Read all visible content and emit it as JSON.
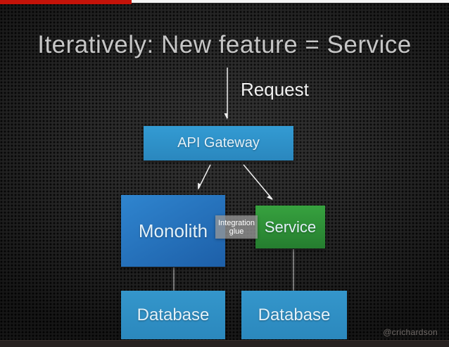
{
  "slide": {
    "title": "Iteratively: New feature = Service",
    "credit_handle": "@crichardson"
  },
  "video_player": {
    "progress_color": "#c41309",
    "track_color": "#f4f4f4",
    "progress_fraction": 0.29
  },
  "diagram": {
    "request_label": "Request",
    "api_gateway": {
      "label": "API Gateway",
      "color": "#2b8fc6"
    },
    "monolith": {
      "label": "Monolith",
      "color": "#2273c2"
    },
    "integration_glue": {
      "line1": "Integration",
      "line2": "glue",
      "color": "#969696"
    },
    "service": {
      "label": "Service",
      "color": "#2f9638"
    },
    "database_left": {
      "label": "Database",
      "color": "#2e91c6"
    },
    "database_right": {
      "label": "Database",
      "color": "#2e91c6"
    },
    "arrow_color": "#f0f0f0"
  }
}
